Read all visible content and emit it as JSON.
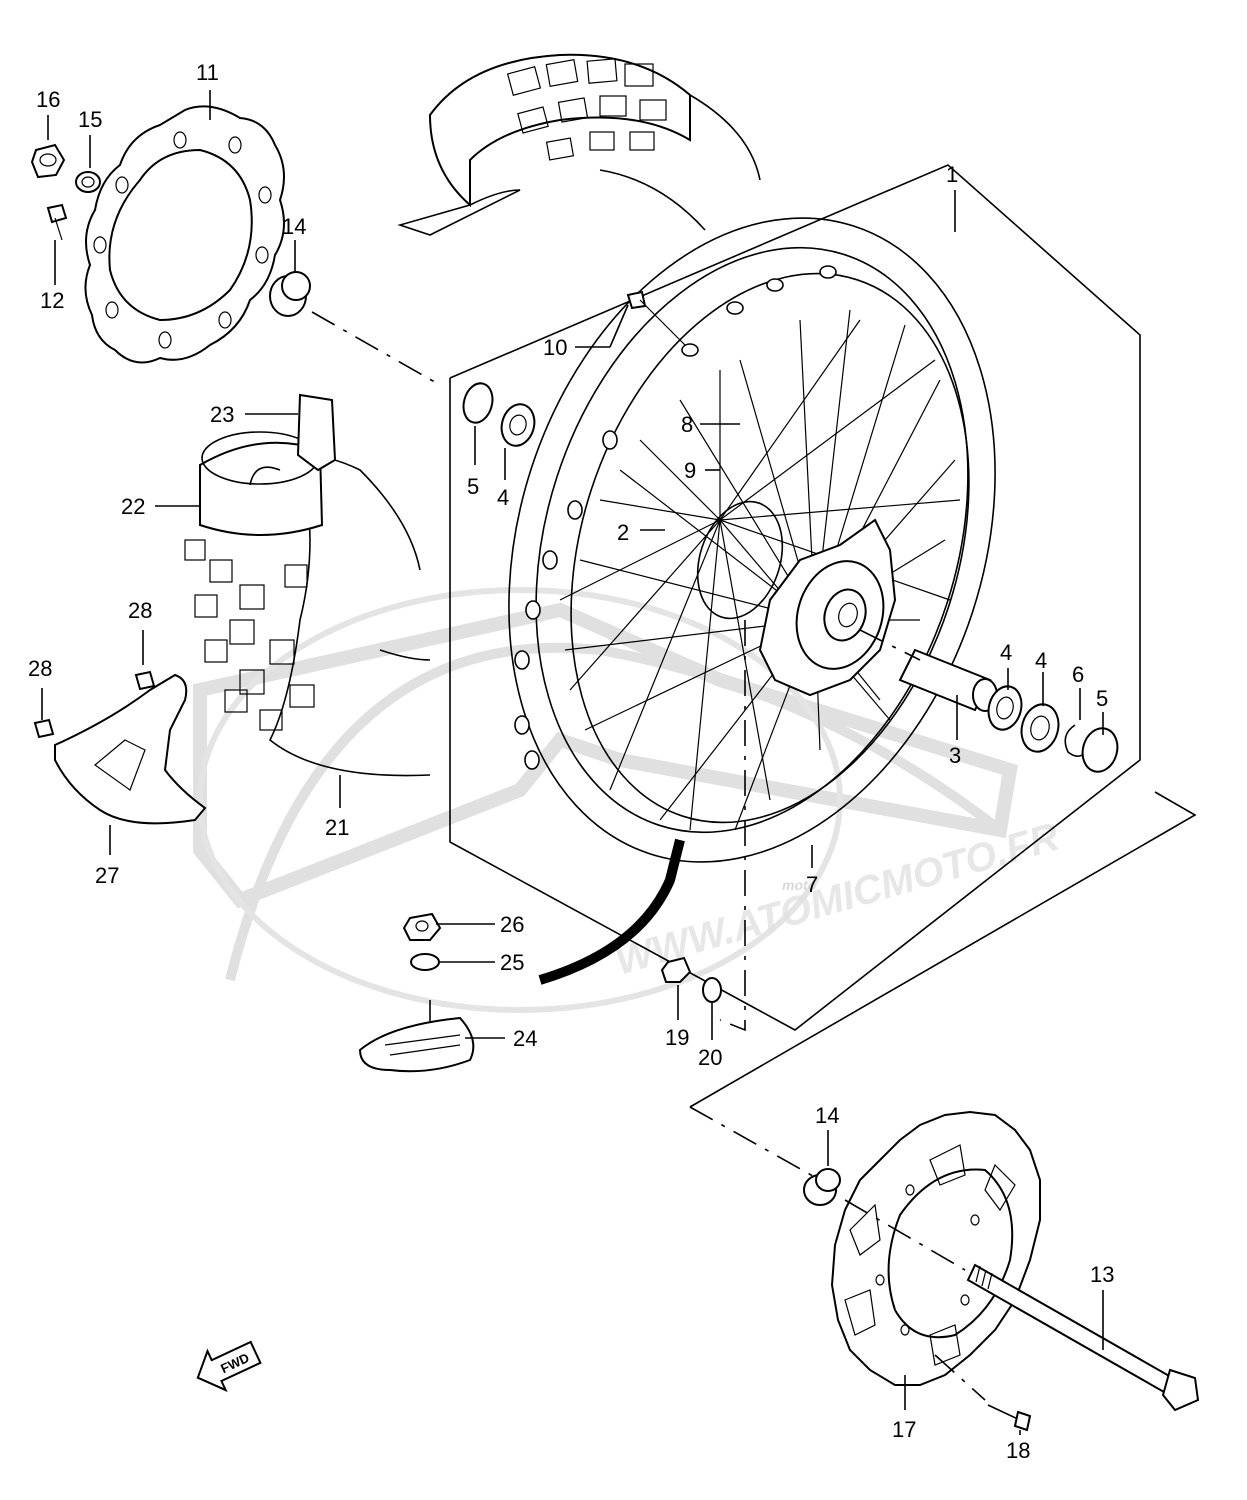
{
  "callouts": [
    {
      "id": "c1",
      "text": "1"
    },
    {
      "id": "c2",
      "text": "2"
    },
    {
      "id": "c3",
      "text": "3"
    },
    {
      "id": "c4a",
      "text": "4"
    },
    {
      "id": "c4b",
      "text": "4"
    },
    {
      "id": "c4c",
      "text": "4"
    },
    {
      "id": "c5a",
      "text": "5"
    },
    {
      "id": "c5b",
      "text": "5"
    },
    {
      "id": "c6",
      "text": "6"
    },
    {
      "id": "c7",
      "text": "7"
    },
    {
      "id": "c8",
      "text": "8"
    },
    {
      "id": "c9",
      "text": "9"
    },
    {
      "id": "c10",
      "text": "10"
    },
    {
      "id": "c11",
      "text": "11"
    },
    {
      "id": "c12",
      "text": "12"
    },
    {
      "id": "c13",
      "text": "13"
    },
    {
      "id": "c14a",
      "text": "14"
    },
    {
      "id": "c14b",
      "text": "14"
    },
    {
      "id": "c15",
      "text": "15"
    },
    {
      "id": "c16",
      "text": "16"
    },
    {
      "id": "c17",
      "text": "17"
    },
    {
      "id": "c18",
      "text": "18"
    },
    {
      "id": "c19",
      "text": "19"
    },
    {
      "id": "c20",
      "text": "20"
    },
    {
      "id": "c21",
      "text": "21"
    },
    {
      "id": "c22",
      "text": "22"
    },
    {
      "id": "c23",
      "text": "23"
    },
    {
      "id": "c24",
      "text": "24"
    },
    {
      "id": "c25",
      "text": "25"
    },
    {
      "id": "c26",
      "text": "26"
    },
    {
      "id": "c27",
      "text": "27"
    },
    {
      "id": "c28a",
      "text": "28"
    },
    {
      "id": "c28b",
      "text": "28"
    }
  ],
  "fwd_label": "FWD",
  "watermark": {
    "url": "WWW.ATOMICMOTO.FR",
    "small": "moto",
    "color": "#c8c8c8"
  }
}
